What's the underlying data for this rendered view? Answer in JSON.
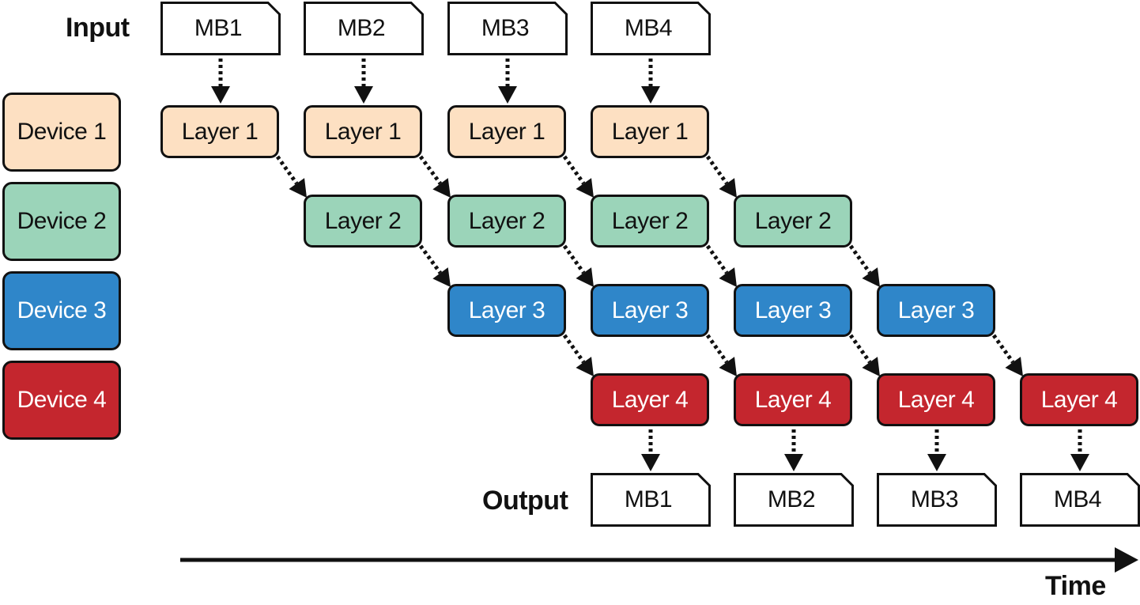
{
  "labels": {
    "input": "Input",
    "output": "Output",
    "time": "Time"
  },
  "devices": [
    {
      "label": "Device 1",
      "color": "#fde0c2"
    },
    {
      "label": "Device 2",
      "color": "#9bd4b9"
    },
    {
      "label": "Device 3",
      "color": "#2f86c9"
    },
    {
      "label": "Device 4",
      "color": "#c4262e"
    }
  ],
  "inputs": [
    "MB1",
    "MB2",
    "MB3",
    "MB4"
  ],
  "outputs": [
    "MB1",
    "MB2",
    "MB3",
    "MB4"
  ],
  "layers": [
    "Layer 1",
    "Layer 2",
    "Layer 3",
    "Layer 4"
  ]
}
